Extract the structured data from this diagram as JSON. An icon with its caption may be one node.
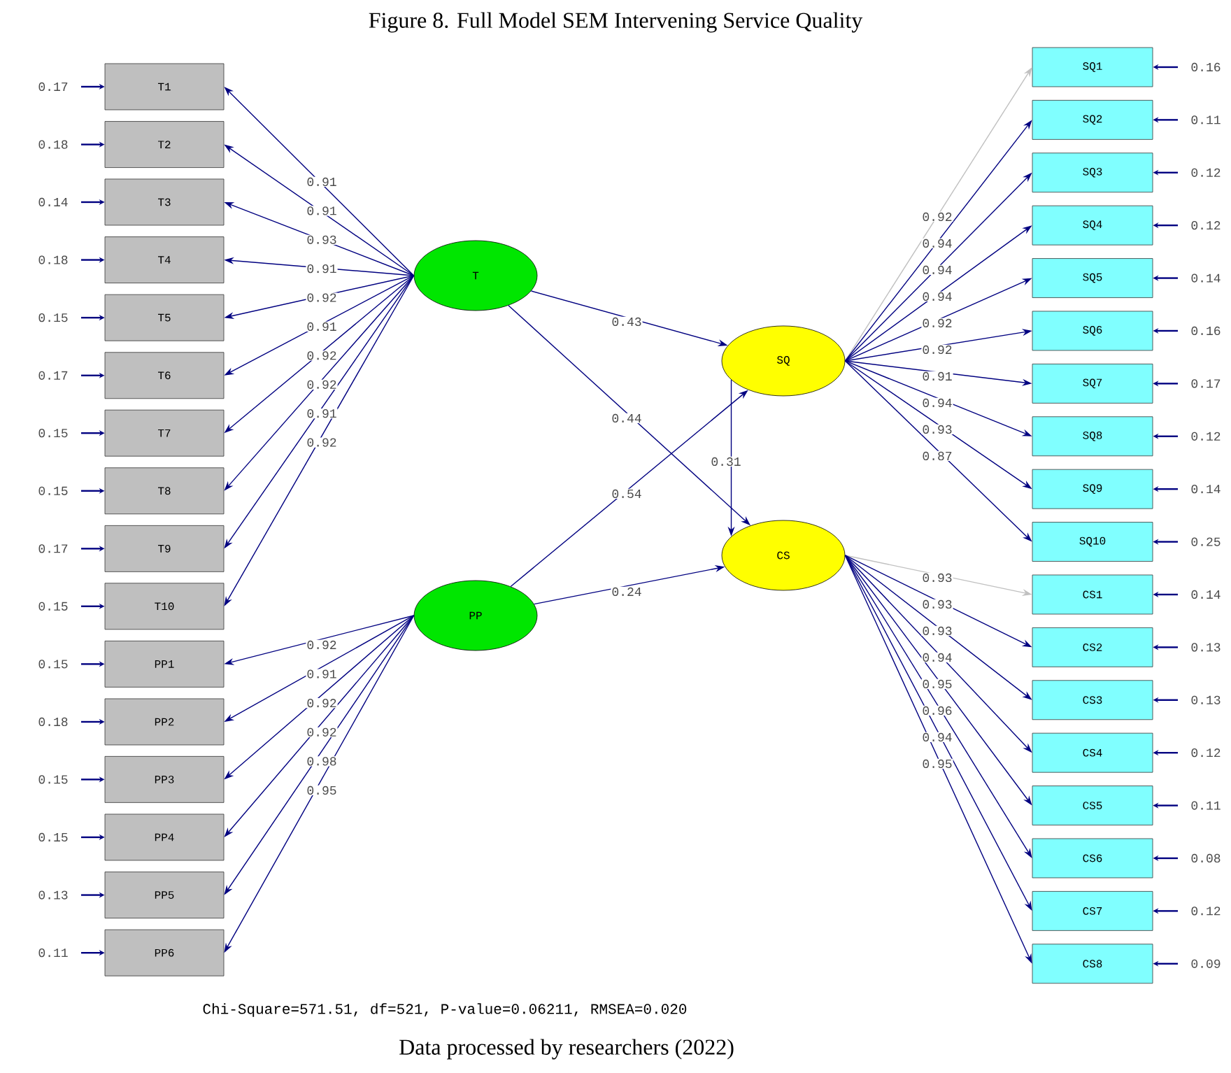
{
  "diagram": {
    "title": "Figure 8. Full Model SEM Intervening Service Quality",
    "caption": "Data processed by researchers (2022)",
    "nodes": [
      {
        "text": [
          "T1"
        ]
      },
      {
        "text": [
          "T2"
        ]
      },
      {
        "text": [
          "T3"
        ]
      },
      {
        "text": [
          "T4"
        ]
      },
      {
        "text": [
          "T5"
        ]
      },
      {
        "text": [
          "T6"
        ]
      },
      {
        "text": [
          "T7"
        ]
      },
      {
        "text": [
          "T8"
        ]
      },
      {
        "text": [
          "T9"
        ]
      },
      {
        "text": [
          "T10"
        ]
      },
      {
        "text": [
          "PP1"
        ]
      },
      {
        "text": [
          "PP2"
        ]
      },
      {
        "text": [
          "PP3"
        ]
      },
      {
        "text": [
          "PP4"
        ]
      },
      {
        "text": [
          "PP5"
        ]
      },
      {
        "text": [
          "PP6"
        ]
      },
      {
        "text": [
          "T"
        ]
      },
      {
        "text": [
          "PP"
        ]
      },
      {
        "text": [
          "SQ"
        ]
      },
      {
        "text": [
          "CS"
        ]
      },
      {
        "text": [
          "SQ1"
        ]
      },
      {
        "text": [
          "SQ2"
        ]
      },
      {
        "text": [
          "SQ3"
        ]
      },
      {
        "text": [
          "SQ4"
        ]
      },
      {
        "text": [
          "SQ5"
        ]
      },
      {
        "text": [
          "SQ6"
        ]
      },
      {
        "text": [
          "SQ7"
        ]
      },
      {
        "text": [
          "SQ8"
        ]
      },
      {
        "text": [
          "SQ9"
        ]
      },
      {
        "text": [
          "SQ10"
        ]
      },
      {
        "text": [
          "CS1"
        ]
      },
      {
        "text": [
          "CS2"
        ]
      },
      {
        "text": [
          "CS3"
        ]
      },
      {
        "text": [
          "CS4"
        ]
      },
      {
        "text": [
          "CS5"
        ]
      },
      {
        "text": [
          "CS6"
        ]
      },
      {
        "text": [
          "CS7"
        ]
      },
      {
        "text": [
          "CS8"
        ]
      }
    ],
    "edges": [
      {
        "from": 16,
        "to": 0,
        "arrow": "to",
        "label": "0.91"
      },
      {
        "from": 16,
        "to": 1,
        "arrow": "to",
        "label": "0.91"
      },
      {
        "from": 16,
        "to": 2,
        "arrow": "to",
        "label": "0.93"
      },
      {
        "from": 16,
        "to": 3,
        "arrow": "to",
        "label": "0.91"
      },
      {
        "from": 16,
        "to": 4,
        "arrow": "to",
        "label": "0.92"
      },
      {
        "from": 16,
        "to": 5,
        "arrow": "to",
        "label": "0.91"
      },
      {
        "from": 16,
        "to": 6,
        "arrow": "to",
        "label": "0.92"
      },
      {
        "from": 16,
        "to": 7,
        "arrow": "to",
        "label": "0.92"
      },
      {
        "from": 16,
        "to": 8,
        "arrow": "to",
        "label": "0.91"
      },
      {
        "from": 16,
        "to": 9,
        "arrow": "to",
        "label": "0.92"
      },
      {
        "from": 17,
        "to": 10,
        "arrow": "to",
        "label": "0.92"
      },
      {
        "from": 17,
        "to": 11,
        "arrow": "to",
        "label": "0.91"
      },
      {
        "from": 17,
        "to": 12,
        "arrow": "to",
        "label": "0.92"
      },
      {
        "from": 17,
        "to": 13,
        "arrow": "to",
        "label": "0.92"
      },
      {
        "from": 17,
        "to": 14,
        "arrow": "to",
        "label": "0.98"
      },
      {
        "from": 17,
        "to": 15,
        "arrow": "to",
        "label": "0.95"
      },
      {
        "from": 16,
        "to": 18,
        "arrow": "to",
        "label": "0.43"
      },
      {
        "from": 16,
        "to": 19,
        "arrow": "to",
        "label": "0.44"
      },
      {
        "from": 17,
        "to": 18,
        "arrow": "to",
        "label": "0.54"
      },
      {
        "from": 17,
        "to": 19,
        "arrow": "to",
        "label": "0.24"
      },
      {
        "from": 18,
        "to": 19,
        "arrow": "to",
        "label": "0.31"
      },
      {
        "from": 18,
        "to": 20,
        "arrow": "to",
        "label": "0.92",
        "color": "#c0c0c0"
      },
      {
        "from": 18,
        "to": 21,
        "arrow": "to",
        "label": "0.94"
      },
      {
        "from": 18,
        "to": 22,
        "arrow": "to",
        "label": "0.94"
      },
      {
        "from": 18,
        "to": 23,
        "arrow": "to",
        "label": "0.94"
      },
      {
        "from": 18,
        "to": 24,
        "arrow": "to",
        "label": "0.92"
      },
      {
        "from": 18,
        "to": 25,
        "arrow": "to",
        "label": "0.92"
      },
      {
        "from": 18,
        "to": 26,
        "arrow": "to",
        "label": "0.91"
      },
      {
        "from": 18,
        "to": 27,
        "arrow": "to",
        "label": "0.94"
      },
      {
        "from": 18,
        "to": 28,
        "arrow": "to",
        "label": "0.93"
      },
      {
        "from": 18,
        "to": 29,
        "arrow": "to",
        "label": "0.87"
      },
      {
        "from": 19,
        "to": 30,
        "arrow": "to",
        "label": "0.93",
        "color": "#c0c0c0"
      },
      {
        "from": 19,
        "to": 31,
        "arrow": "to",
        "label": "0.93"
      },
      {
        "from": 19,
        "to": 32,
        "arrow": "to",
        "label": "0.93"
      },
      {
        "from": 19,
        "to": 33,
        "arrow": "to",
        "label": "0.94"
      },
      {
        "from": 19,
        "to": 34,
        "arrow": "to",
        "label": "0.95"
      },
      {
        "from": 19,
        "to": 35,
        "arrow": "to",
        "label": "0.96"
      },
      {
        "from": 19,
        "to": 36,
        "arrow": "to",
        "label": "0.94"
      },
      {
        "from": 19,
        "to": 37,
        "arrow": "to",
        "label": "0.95"
      },
      {
        "from": null,
        "to": 0,
        "arrow": "to",
        "label": "0.17"
      },
      {
        "from": null,
        "to": 1,
        "arrow": "to",
        "label": "0.18"
      },
      {
        "from": null,
        "to": 2,
        "arrow": "to",
        "label": "0.14"
      },
      {
        "from": null,
        "to": 3,
        "arrow": "to",
        "label": "0.18"
      },
      {
        "from": null,
        "to": 4,
        "arrow": "to",
        "label": "0.15"
      },
      {
        "from": null,
        "to": 5,
        "arrow": "to",
        "label": "0.17"
      },
      {
        "from": null,
        "to": 6,
        "arrow": "to",
        "label": "0.15"
      },
      {
        "from": null,
        "to": 7,
        "arrow": "to",
        "label": "0.15"
      },
      {
        "from": null,
        "to": 8,
        "arrow": "to",
        "label": "0.17"
      },
      {
        "from": null,
        "to": 9,
        "arrow": "to",
        "label": "0.15"
      },
      {
        "from": null,
        "to": 10,
        "arrow": "to",
        "label": "0.15"
      },
      {
        "from": null,
        "to": 11,
        "arrow": "to",
        "label": "0.18"
      },
      {
        "from": null,
        "to": 12,
        "arrow": "to",
        "label": "0.15"
      },
      {
        "from": null,
        "to": 13,
        "arrow": "to",
        "label": "0.15"
      },
      {
        "from": null,
        "to": 14,
        "arrow": "to",
        "label": "0.13"
      },
      {
        "from": null,
        "to": 15,
        "arrow": "to",
        "label": "0.11"
      },
      {
        "from": null,
        "to": 20,
        "arrow": "to",
        "label": "0.16"
      },
      {
        "from": null,
        "to": 21,
        "arrow": "to",
        "label": "0.11"
      },
      {
        "from": null,
        "to": 22,
        "arrow": "to",
        "label": "0.12"
      },
      {
        "from": null,
        "to": 23,
        "arrow": "to",
        "label": "0.12"
      },
      {
        "from": null,
        "to": 24,
        "arrow": "to",
        "label": "0.14"
      },
      {
        "from": null,
        "to": 25,
        "arrow": "to",
        "label": "0.16"
      },
      {
        "from": null,
        "to": 26,
        "arrow": "to",
        "label": "0.17"
      },
      {
        "from": null,
        "to": 27,
        "arrow": "to",
        "label": "0.12"
      },
      {
        "from": null,
        "to": 28,
        "arrow": "to",
        "label": "0.14"
      },
      {
        "from": null,
        "to": 29,
        "arrow": "to",
        "label": "0.25"
      },
      {
        "from": null,
        "to": 30,
        "arrow": "to",
        "label": "0.14"
      },
      {
        "from": null,
        "to": 31,
        "arrow": "to",
        "label": "0.13"
      },
      {
        "from": null,
        "to": 32,
        "arrow": "to",
        "label": "0.13"
      },
      {
        "from": null,
        "to": 33,
        "arrow": "to",
        "label": "0.12"
      },
      {
        "from": null,
        "to": 34,
        "arrow": "to",
        "label": "0.11"
      },
      {
        "from": null,
        "to": 35,
        "arrow": "to",
        "label": "0.08"
      },
      {
        "from": null,
        "to": 36,
        "arrow": "to",
        "label": "0.12"
      },
      {
        "from": null,
        "to": 37,
        "arrow": "to",
        "label": "0.09"
      }
    ],
    "labels": [
      "Chi-Square=571.51, df=521, P-value=0.06211, RMSEA=0.020"
    ]
  }
}
